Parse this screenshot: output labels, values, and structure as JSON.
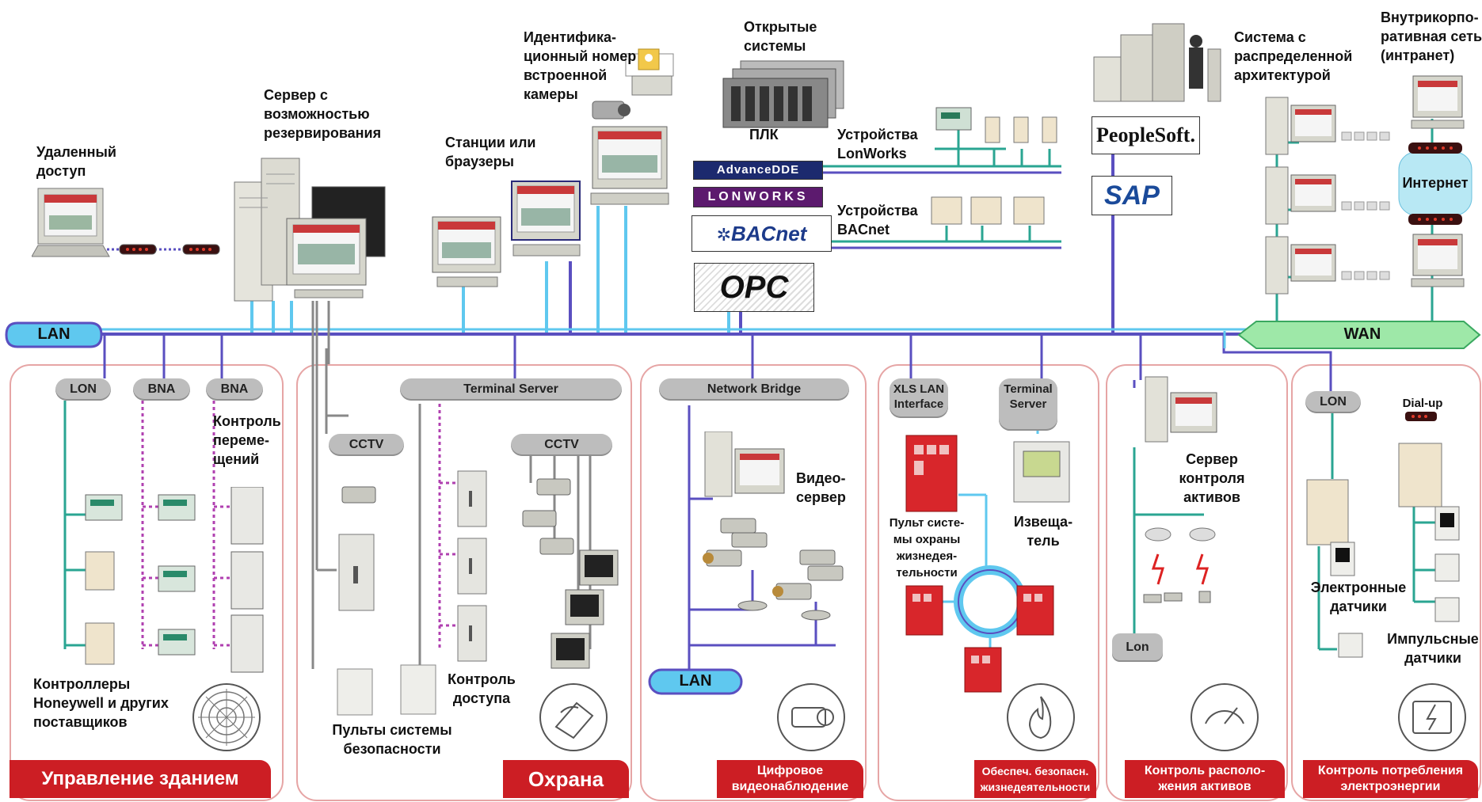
{
  "top_labels": {
    "remote": "Удаленный\nдоступ",
    "server": "Сервер с\nвозможностью\nрезервирования",
    "stations": "Станции или\nбраузеры",
    "camera_id": "Идентифика-\nционный номер\nвстроенной\nкамеры",
    "open_systems": "Открытые\nсистемы",
    "plc": "ПЛК",
    "lonworks_devices": "Устройства\nLonWorks",
    "bacnet_devices": "Устройства\nBACnet",
    "distributed": "Система с\nраспределенной\nархитектурой",
    "intranet": "Внутрикорпо-\nративная сеть\n(интранет)",
    "internet": "Интернет"
  },
  "logos": {
    "advancedde": "AdvanceDDE",
    "lonworks": "LonWorks",
    "bacnet": "BACnet",
    "opc": "OPC",
    "peoplesoft": "PeopleSoft.",
    "sap": "SAP"
  },
  "bus": {
    "lan": "LAN",
    "wan": "WAN"
  },
  "zones": {
    "building": {
      "pills": [
        "LON",
        "BNA",
        "BNA"
      ],
      "movement": "Контроль\nпереме-\nщений",
      "controllers": "Контроллеры\nHoneywell и других\nпоставщиков",
      "banner": "Управление зданием"
    },
    "security": {
      "terminal_server": "Terminal Server",
      "cctv1": "CCTV",
      "cctv2": "CCTV",
      "access": "Контроль\nдоступа",
      "panels": "Пульты системы\nбезопасности",
      "banner": "Охрана"
    },
    "video": {
      "bridge": "Network Bridge",
      "video_server": "Видео-\nсервер",
      "lan": "LAN",
      "banner": "Цифровое\nвидеонаблюдение"
    },
    "life": {
      "xls": "XLS LAN\nInterface",
      "terminal": "Terminal\nServer",
      "panel": "Пульт систе-\nмы охраны\nжизнедея-\nтельности",
      "annunciator": "Извеща-\nтель",
      "banner": "Обеспеч. безопасн.\nжизнедеятельности"
    },
    "asset": {
      "server": "Сервер\nконтроля\nактивов",
      "lon": "Lon",
      "banner": "Контроль располо-\nжения активов"
    },
    "energy": {
      "lon": "LON",
      "dialup": "Dial-up",
      "electronic": "Электронные\nдатчики",
      "pulse": "Импульсные\nдатчики",
      "banner": "Контроль потребления\nэлектроэнергии"
    }
  },
  "colors": {
    "lan_blue": "#5a4fc0",
    "light_blue": "#5fc8ef",
    "teal": "#2aa592",
    "purple_dash": "#b040b0",
    "banner_red": "#cc1e24",
    "zone_border": "#e6a5a5",
    "wan_green": "#9ee8a8"
  }
}
